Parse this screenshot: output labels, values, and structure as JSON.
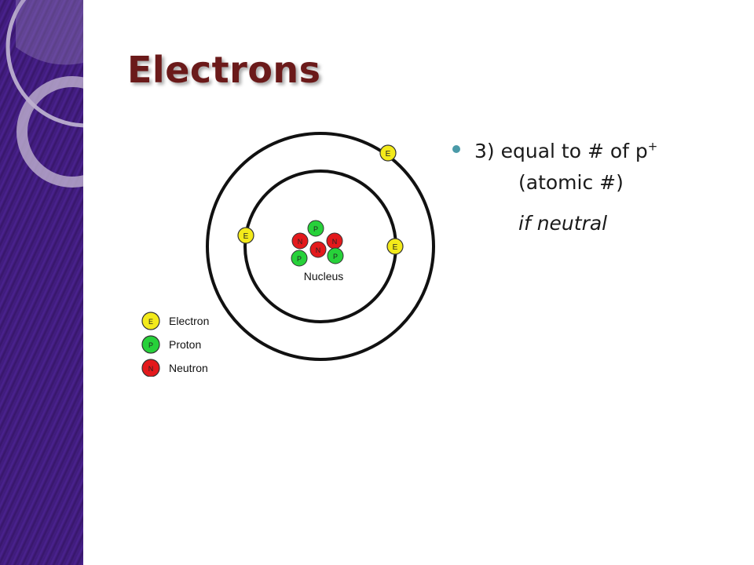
{
  "slide": {
    "title": "Electrons"
  },
  "bullet": {
    "line1_main": "3)  equal to # of p",
    "line1_sup": "+",
    "line2": "(atomic #)",
    "note": "if neutral"
  },
  "diagram": {
    "electron_letter": "E",
    "proton_letter": "P",
    "neutron_letter": "N",
    "nucleus_label": "Nucleus",
    "legend": [
      {
        "letter": "E",
        "label": "Electron",
        "color": "#f3ea1a"
      },
      {
        "letter": "P",
        "label": "Proton",
        "color": "#27d13a"
      },
      {
        "letter": "N",
        "label": "Neutron",
        "color": "#e3191c"
      }
    ]
  },
  "colors": {
    "sidebar": "#3d1a78",
    "title": "#6b1a1a",
    "bullet": "#4a9aa8",
    "electron": "#f3ea1a",
    "proton": "#27d13a",
    "neutron": "#e3191c"
  }
}
